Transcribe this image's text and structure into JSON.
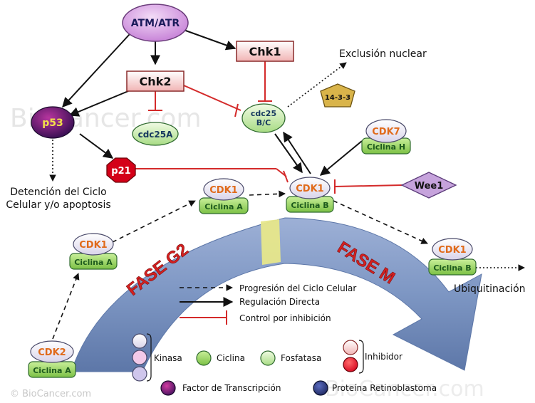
{
  "watermark": "BioCancer.com",
  "copyright": "© BioCancer.com",
  "nodes": {
    "atm_atr": "ATM/ATR",
    "chk1": "Chk1",
    "chk2": "Chk2",
    "p53": "p53",
    "cdc25a": "cdc25A",
    "cdc25bc_l1": "cdc25",
    "cdc25bc_l2": "B/C",
    "p21": "p21",
    "prot_1433": "14-3-3",
    "cdk7": "CDK7",
    "ciclina_h": "Ciclina H",
    "wee1": "Wee1",
    "cdk1": "CDK1",
    "cdk2": "CDK2",
    "ciclina_a": "Ciclina A",
    "ciclina_b": "Ciclina B"
  },
  "labels": {
    "exclusion": "Exclusión nuclear",
    "detencion_l1": "Detención del Ciclo",
    "detencion_l2": "Celular y/o apoptosis",
    "ubiquitinacion": "Ubiquitinación",
    "fase_g2": "FASE G2",
    "fase_m": "FASE M"
  },
  "legend": {
    "progresion": "Progresión del Ciclo Celular",
    "regulacion": "Regulación Directa",
    "control": "Control por inhibición",
    "kinasa": "Kinasa",
    "ciclina": "Ciclina",
    "fosfatasa": "Fosfatasa",
    "inhibidor": "Inhibidor",
    "factor": "Factor de Transcripción",
    "proteina_rb": "Proteína Retinoblastoma"
  },
  "colors": {
    "inhibition": "#d42a2a",
    "cdk_text": "#e06a1a",
    "cyclin_text": "#1d5a1d",
    "arrow_band": "#7d96c3",
    "fase_text": "#d42020"
  }
}
